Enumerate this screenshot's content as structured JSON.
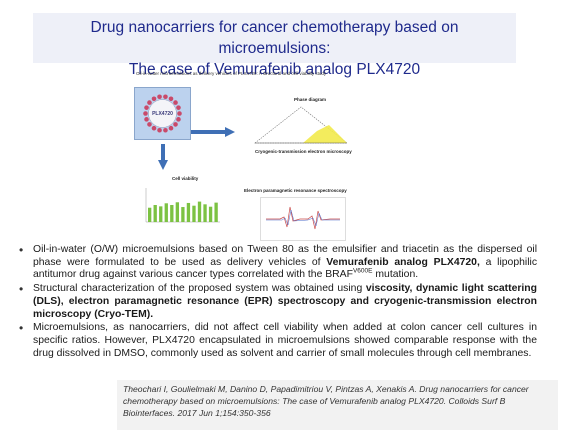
{
  "title": {
    "line1": "Drug nanocarriers for cancer chemotherapy based on microemulsions:",
    "line2": "The case of Vemurafenib analog PLX4720"
  },
  "figure": {
    "caption": "Oil-in-water microemulsions as delivery vehicles of PLX4720: A structural and cell viability study",
    "center_label": "PLX4720",
    "cell_viability_label": "Cell viability",
    "phase_diagram_label": "Phase diagram",
    "cryo_label": "Cryogenic-transmission electron microscopy",
    "epr_label": "Electron paramagnetic resonance spectroscopy",
    "cell_viability_bars": [
      0.42,
      0.5,
      0.46,
      0.55,
      0.5,
      0.58,
      0.44,
      0.56,
      0.48,
      0.6,
      0.52,
      0.45,
      0.57
    ],
    "colors": {
      "micelle_bg": "#bcd2ee",
      "arrow": "#3f6fb5",
      "bars": "#7cc242",
      "phase": "#f2ea4b"
    }
  },
  "bullets": [
    {
      "p1": "Oil-in-water (O/W) microemulsions based on Tween 80 as the emulsifier and triacetin as the dispersed oil phase were formulated to be used as delivery vehicles of ",
      "b1": "Vemurafenib analog PLX4720,",
      "p2": " a lipophilic antitumor drug against various cancer types correlated with the BRAF",
      "sup": "V600E",
      "p3": " mutation."
    },
    {
      "p1": "Structural characterization of the proposed system was obtained using ",
      "b1": "viscosity, dynamic light scattering (DLS), electron paramagnetic resonance (EPR) spectroscopy and cryogenic-transmission electron microscopy (Cryo-TEM)."
    },
    {
      "p1": "Microemulsions, as nanocarriers, did not affect cell viability when added at colon cancer cell cultures in specific ratios. However, PLX4720 encapsulated in microemulsions showed comparable response with the drug dissolved in DMSO, commonly used as solvent and carrier of small molecules through cell membranes."
    }
  ],
  "citation": "Theochari I, Goulielmaki M, Danino D, Papadimitriou V, Pintzas A, Xenakis A. Drug nanocarriers for cancer chemotherapy based on microemulsions: The case of Vemurafenib analog PLX4720. Colloids Surf B Biointerfaces. 2017 Jun 1;154:350-356"
}
